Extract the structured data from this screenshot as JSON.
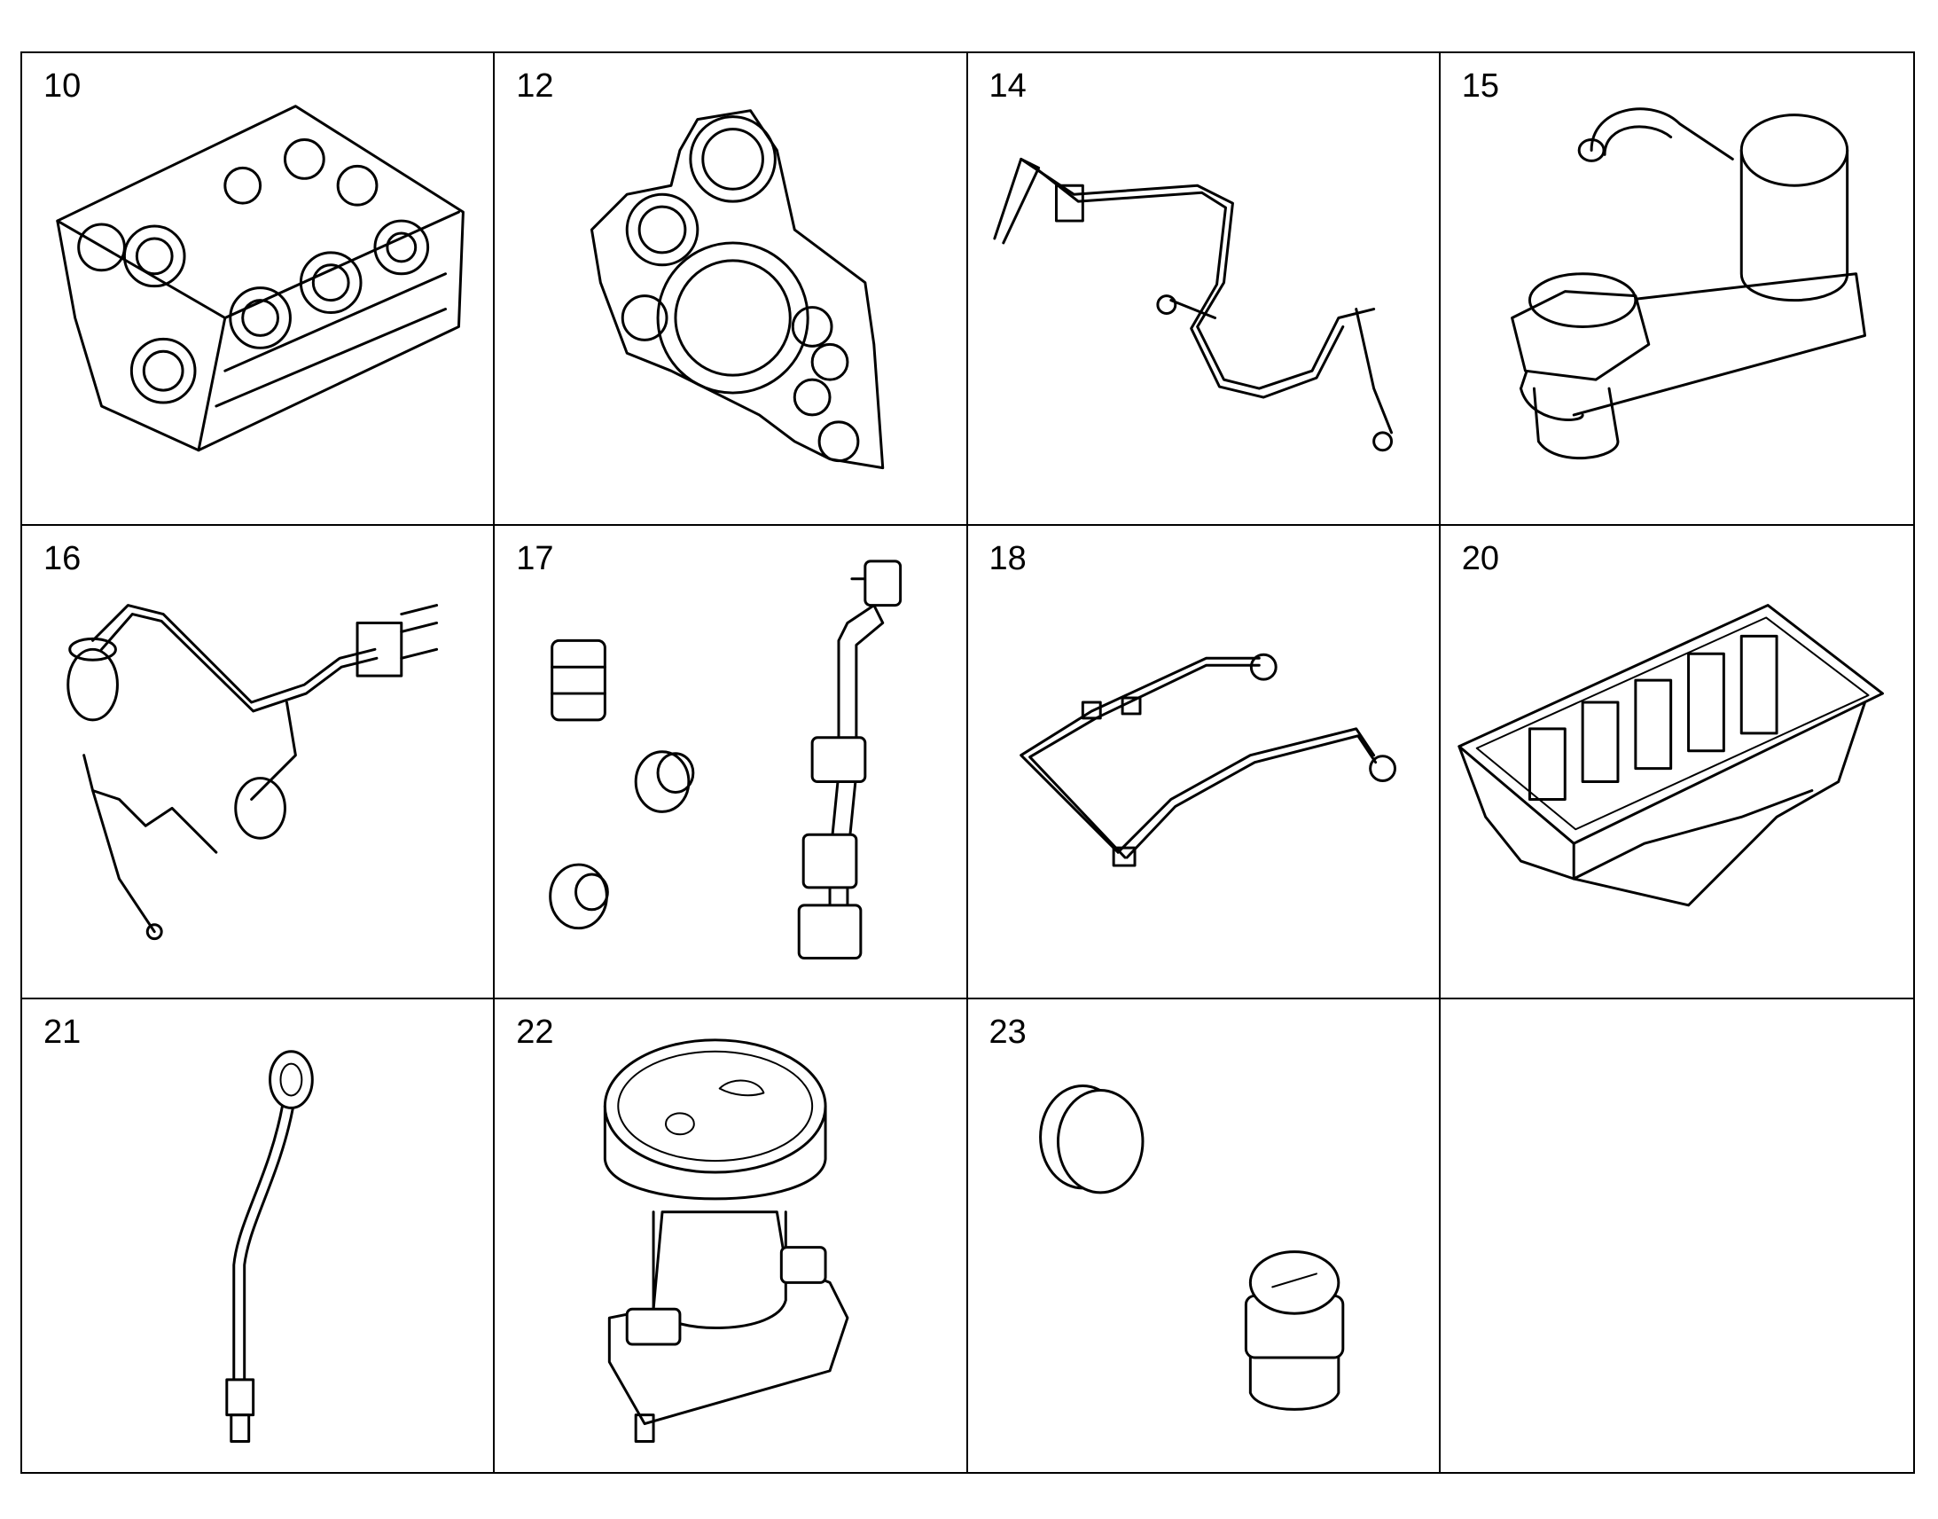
{
  "cells": [
    {
      "number": "10",
      "part": "engine-block"
    },
    {
      "number": "12",
      "part": "timing-cover"
    },
    {
      "number": "14",
      "part": "pipe-assembly"
    },
    {
      "number": "15",
      "part": "oil-filter-housing"
    },
    {
      "number": "16",
      "part": "wiring-harness"
    },
    {
      "number": "17",
      "part": "plugs-and-fittings"
    },
    {
      "number": "18",
      "part": "pipe-assembly"
    },
    {
      "number": "20",
      "part": "oil-pan"
    },
    {
      "number": "21",
      "part": "dipstick"
    },
    {
      "number": "22",
      "part": "oil-filler-cap"
    },
    {
      "number": "23",
      "part": "screw-plugs"
    },
    {
      "number": "",
      "part": "empty"
    }
  ]
}
